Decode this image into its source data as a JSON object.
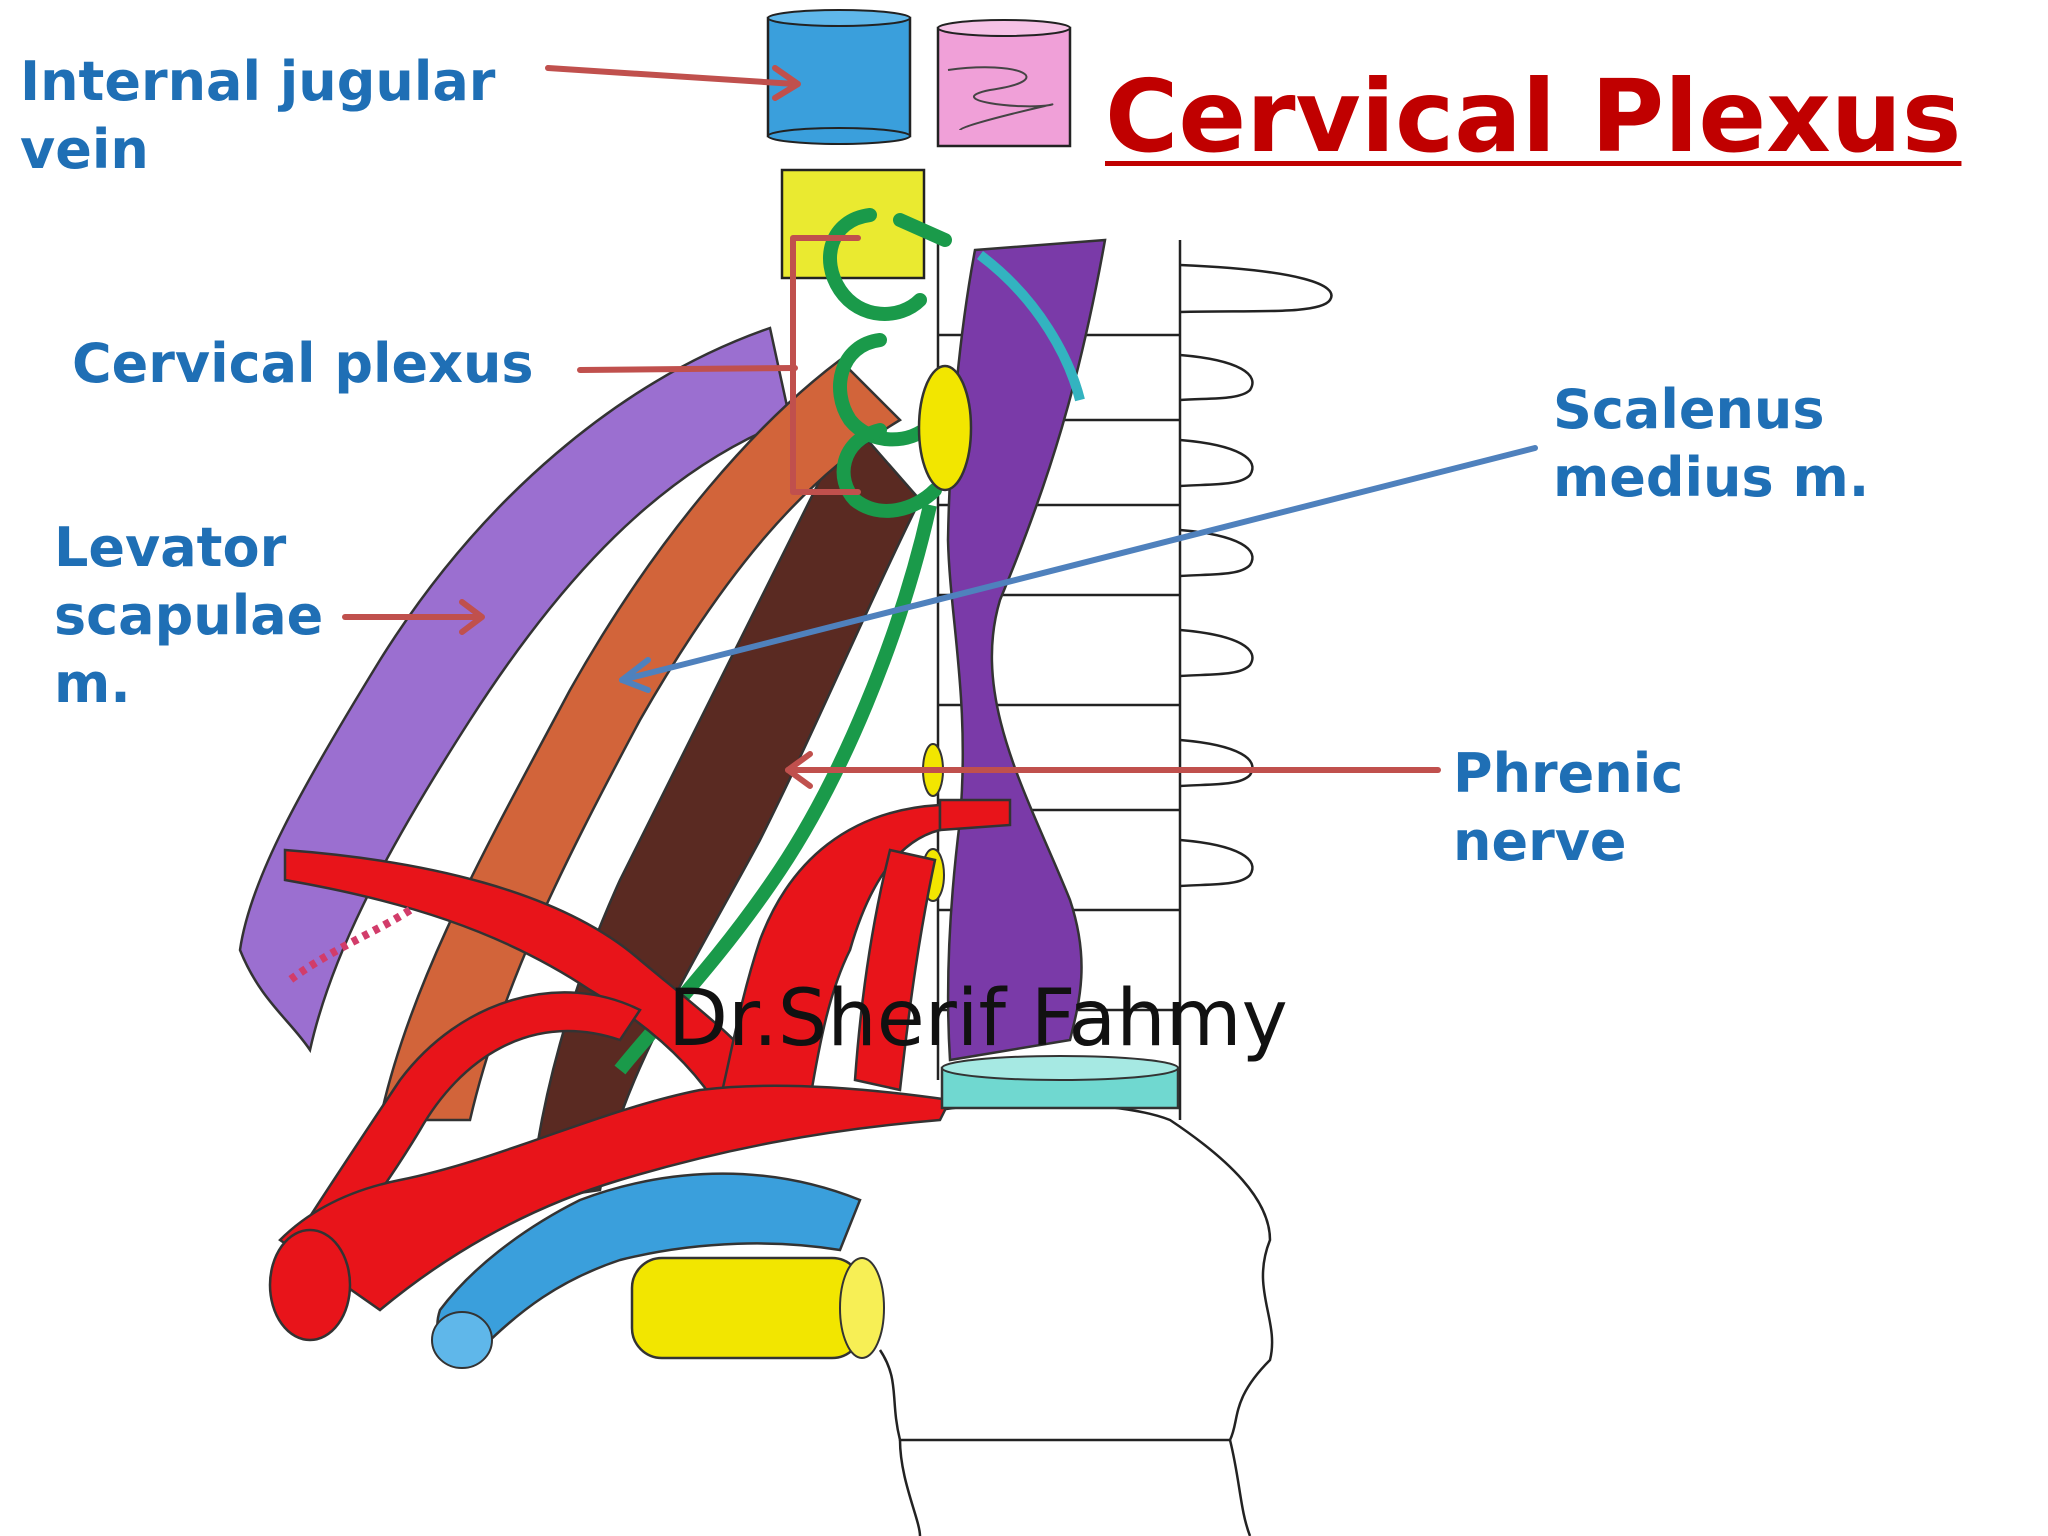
{
  "title": "Cervical Plexus",
  "labels": {
    "internal_jugular_vein": [
      "Internal jugular",
      "vein"
    ],
    "cervical_plexus": [
      "Cervical plexus"
    ],
    "levator_scapulae": [
      "Levator",
      "scapulae",
      "m."
    ],
    "scalenus_medius": [
      "Scalenus",
      "medius m."
    ],
    "phrenic_nerve": [
      "Phrenic",
      "nerve"
    ]
  },
  "watermark": "Dr.Sherif Fahmy",
  "colors": {
    "title": "#c00000",
    "label_text": "#1f6fb5",
    "arrow_red": "#c0504d",
    "arrow_blue": "#4f81bd",
    "vein_blue": "#3a9fdc",
    "artery_red": "#e8141a",
    "nerve_green": "#1a9a4a",
    "muscle_purple": "#8a4bbf",
    "muscle_orange": "#d2643a",
    "muscle_brown": "#5a2a22",
    "node_yellow": "#f2e600",
    "pink": "#f0a0d8",
    "cyan": "#70d8d0"
  },
  "icons": [
    "anatomical-drawing"
  ]
}
